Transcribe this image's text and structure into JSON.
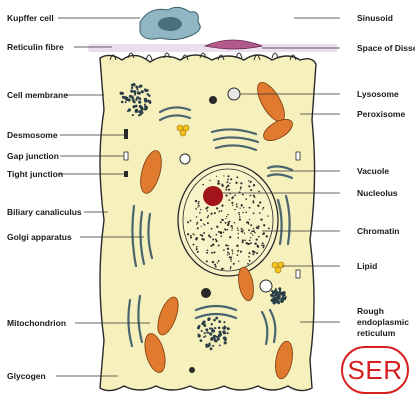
{
  "labels_left": {
    "kupffer_cell": "Kupffer cell",
    "reticulin_fibre": "Reticulin fibre",
    "cell_membrane": "Cell membrane",
    "desmosome": "Desmosome",
    "gap_junction": "Gap junction",
    "tight_junction": "Tight junction",
    "biliary_canaliculus": "Biliary canaliculus",
    "golgi_apparatus": "Golgi apparatus",
    "mitochondrion": "Mitochondrion",
    "glycogen": "Glycogen"
  },
  "labels_right": {
    "sinusoid": "Sinusoid",
    "space_of_disse": "Space of Disse",
    "lysosome": "Lysosome",
    "peroxisome": "Peroxisome",
    "vacuole": "Vacuole",
    "nucleolus": "Nucleolus",
    "chromatin": "Chromatin",
    "lipid": "Lipid",
    "rough_er_line1": "Rough",
    "rough_er_line2": "endoplasmic",
    "rough_er_line3": "reticulum"
  },
  "badge": {
    "text": "SER",
    "color": "#d62020"
  },
  "colors": {
    "cytoplasm": "#f6f0bd",
    "mitochondria": "#e07a2e",
    "nucleus_fill": "#f8f3c8",
    "nucleolus": "#a0141a",
    "kupffer": "#8fb6c2",
    "lipid": "#f4c21f"
  }
}
